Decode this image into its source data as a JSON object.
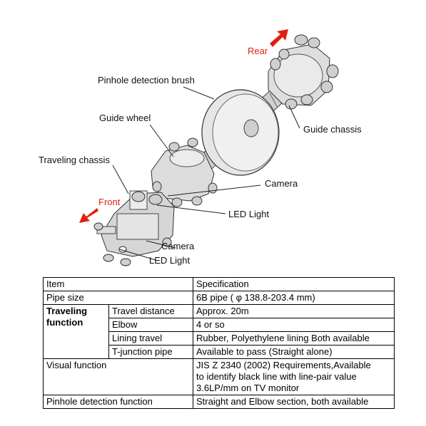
{
  "labels": {
    "rear": "Rear",
    "front": "Front",
    "pinhole_brush": "Pinhole detection brush",
    "guide_wheel": "Guide wheel",
    "guide_chassis": "Guide chassis",
    "traveling_chassis": "Traveling chassis",
    "camera_upper": "Camera",
    "led_upper": "LED Light",
    "camera_lower": "Camera",
    "led_lower": "LED Light"
  },
  "colors": {
    "arrow": "#e02010",
    "label_accent": "#e02010",
    "body_gray": "#d9d9d9",
    "outline": "#333333"
  },
  "table": {
    "header": {
      "item": "Item",
      "spec": "Specification"
    },
    "pipe_size": {
      "item": "Pipe size",
      "spec": "6B pipe ( φ 138.8-203.4 mm)"
    },
    "traveling_function": {
      "group": "Traveling function",
      "rows": [
        {
          "sub": "Travel distance",
          "spec": "Approx. 20m"
        },
        {
          "sub": "Elbow",
          "spec": "4 or so"
        },
        {
          "sub": "Lining travel",
          "spec": "Rubber, Polyethylene lining Both available"
        },
        {
          "sub": "T-junction pipe",
          "spec": "Available to pass (Straight alone)"
        }
      ]
    },
    "visual_function": {
      "item": "Visual function",
      "spec_lines": [
        "JIS Z 2340 (2002) Requirements,Available",
        "to identify black line with line-pair value",
        "3.6LP/mm on TV monitor"
      ]
    },
    "pinhole_function": {
      "item": "Pinhole detection function",
      "spec": "Straight and Elbow section, both available"
    }
  }
}
